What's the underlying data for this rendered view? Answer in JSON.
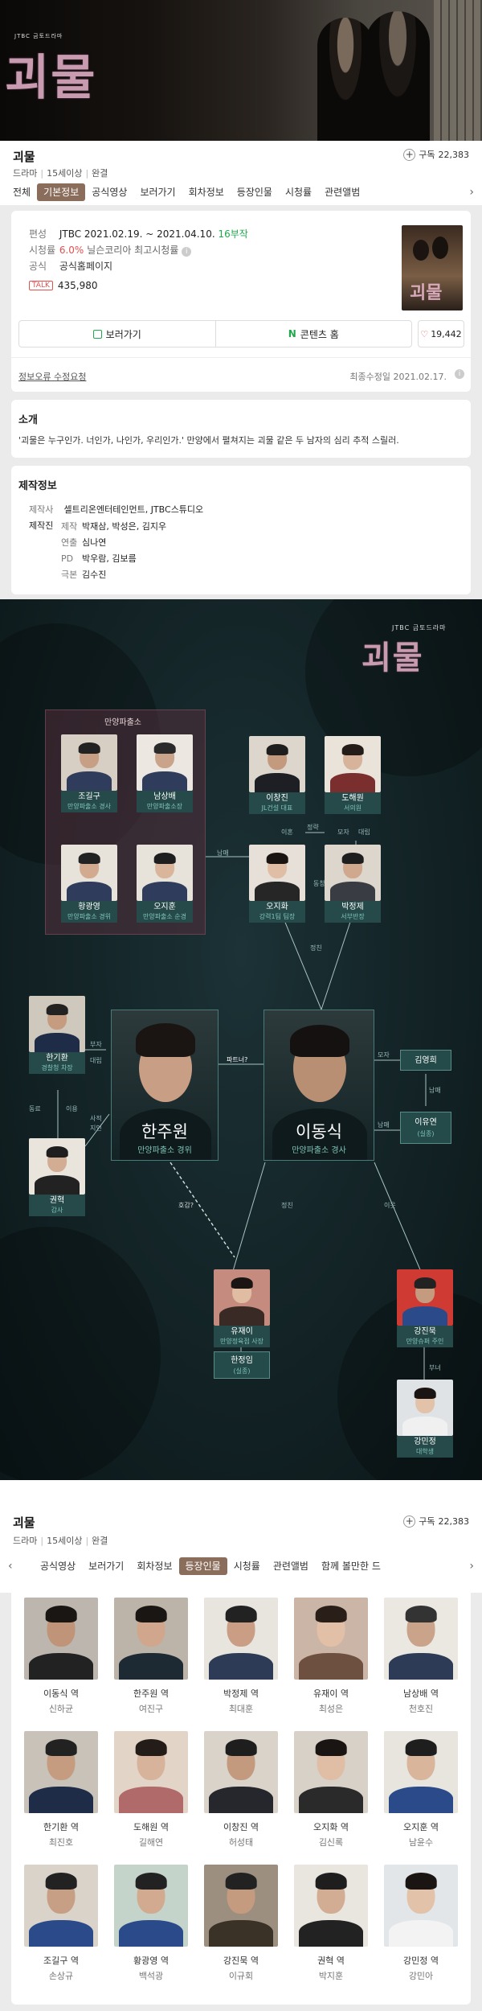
{
  "banner": {
    "small_logo": "JTBC 금토드라마",
    "big_logo": "괴물"
  },
  "section1": {
    "title": "괴물",
    "category": "드라마",
    "age": "15세이상",
    "status": "완결",
    "subscribe_label": "구독",
    "subscribe_count": "22,383",
    "tabs": [
      "전체",
      "기본정보",
      "공식영상",
      "보러가기",
      "회차정보",
      "등장인물",
      "시청률",
      "관련앨범"
    ],
    "active_tab": "기본정보"
  },
  "info": {
    "broadcast_label": "편성",
    "broadcast_value": "JTBC  2021.02.19. ~ 2021.04.10.",
    "episodes": "16부작",
    "rating_label": "시청률",
    "rating_value": "6.0%",
    "rating_note": "닐슨코리아 최고시청률",
    "official_label": "공식",
    "official_value": "공식홈페이지",
    "talk_label": "TALK",
    "talk_count": "435,980",
    "watch_button": "보러가기",
    "content_home_button": "콘텐츠 홈",
    "like_count": "19,442",
    "correction_link": "정보오류 수정요청",
    "last_modified": "최종수정일 2021.02.17."
  },
  "synopsis": {
    "heading": "소개",
    "text": "'괴물은 누구인가. 너인가, 나인가, 우리인가.' 만양에서 펼쳐지는 괴물 같은 두 남자의 심리 추적 스릴러."
  },
  "production": {
    "heading": "제작정보",
    "company_label": "제작사",
    "company_value": "셀트리온엔터테인먼트, JTBC스튜디오",
    "staff_label": "제작진",
    "staff": [
      {
        "role": "제작",
        "names": "박재삼, 박성은, 김지우"
      },
      {
        "role": "연출",
        "names": "심나연"
      },
      {
        "role": "PD",
        "names": "박우람, 김보름"
      },
      {
        "role": "극본",
        "names": "김수진"
      }
    ]
  },
  "chart_section": {
    "small_logo": "JTBC 금토드라마",
    "big_logo": "괴물",
    "box_title": "만양파출소",
    "people": [
      {
        "name": "조길구",
        "role": "만양파출소 경사"
      },
      {
        "name": "남상배",
        "role": "만양파출소장"
      },
      {
        "name": "황광영",
        "role": "만양파출소 경위"
      },
      {
        "name": "오지훈",
        "role": "만양파출소 순경"
      },
      {
        "name": "이창진",
        "role": "JL건설 대표"
      },
      {
        "name": "도해원",
        "role": "서의원"
      },
      {
        "name": "오지화",
        "role": "강력1팀 팀장"
      },
      {
        "name": "박정제",
        "role": "서부반장"
      },
      {
        "name": "한기환",
        "role": "경찰청 차장"
      },
      {
        "name": "권혁",
        "role": "감사"
      },
      {
        "name": "김영희",
        "role": ""
      },
      {
        "name": "이유연",
        "role": "(실종)"
      },
      {
        "name": "유재이",
        "role": "만양정육점 사장"
      },
      {
        "name": "한정임",
        "role": "(실종)"
      },
      {
        "name": "강진묵",
        "role": "만양슈퍼 주인"
      },
      {
        "name": "강민정",
        "role": "대학생"
      }
    ],
    "leads": [
      {
        "name": "한주원",
        "role": "만양파출소 경위"
      },
      {
        "name": "이동식",
        "role": "만양파출소 경사"
      }
    ],
    "relations": [
      "정략",
      "이혼",
      "모자",
      "대립",
      "남매",
      "동창",
      "정친",
      "부자",
      "대립",
      "동료",
      "이용",
      "사적",
      "지인",
      "파트너?",
      "모자",
      "남매",
      "남매",
      "호감?",
      "정친",
      "이웃",
      "부녀"
    ]
  },
  "section2": {
    "title": "괴물",
    "category": "드라마",
    "age": "15세이상",
    "status": "완결",
    "subscribe_label": "구독",
    "subscribe_count": "22,383",
    "tabs": [
      "공식영상",
      "보러가기",
      "회차정보",
      "등장인물",
      "시청률",
      "관련앨범",
      "함께 볼만한 드"
    ],
    "active_tab": "등장인물"
  },
  "cast": [
    {
      "role": "이동식 역",
      "actor": "신하균"
    },
    {
      "role": "한주원 역",
      "actor": "여진구"
    },
    {
      "role": "박정제 역",
      "actor": "최대훈"
    },
    {
      "role": "유재이 역",
      "actor": "최성은"
    },
    {
      "role": "남상배 역",
      "actor": "천호진"
    },
    {
      "role": "한기환 역",
      "actor": "최진호"
    },
    {
      "role": "도해원 역",
      "actor": "길해연"
    },
    {
      "role": "이창진 역",
      "actor": "허성태"
    },
    {
      "role": "오지화 역",
      "actor": "김신록"
    },
    {
      "role": "오지훈 역",
      "actor": "남윤수"
    },
    {
      "role": "조길구 역",
      "actor": "손상규"
    },
    {
      "role": "황광영 역",
      "actor": "백석광"
    },
    {
      "role": "강진묵 역",
      "actor": "이규회"
    },
    {
      "role": "권혁 역",
      "actor": "박지훈"
    },
    {
      "role": "강민정 역",
      "actor": "강민아"
    }
  ]
}
